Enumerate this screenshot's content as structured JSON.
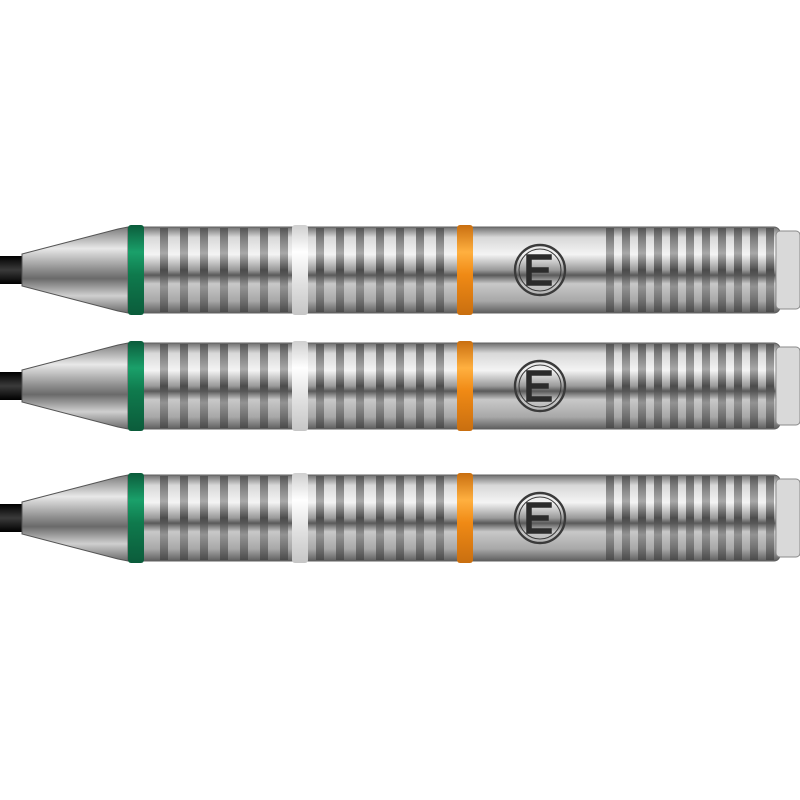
{
  "scene": {
    "subject": "darts-barrels",
    "background": "#ffffff",
    "barrel_count": 3
  },
  "barrels": [
    {
      "name": "barrel-1",
      "logo": "circular-e-logo-icon"
    },
    {
      "name": "barrel-2",
      "logo": "circular-e-logo-icon"
    },
    {
      "name": "barrel-3",
      "logo": "circular-e-logo-icon"
    }
  ],
  "colors": {
    "ring_green": "#138a5a",
    "ring_white": "#f2f2f2",
    "ring_orange": "#f0901e",
    "steel_light": "#e6e6e6",
    "steel_mid": "#b3b3b3",
    "steel_dark": "#5e5e5e",
    "point_black": "#1a1a1a"
  }
}
